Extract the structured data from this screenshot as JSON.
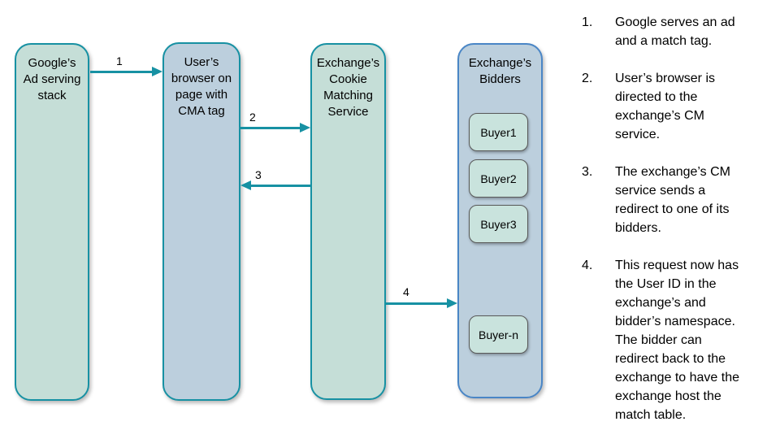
{
  "diagram": {
    "nodes": [
      {
        "label": "Google’s\nAd serving\nstack"
      },
      {
        "label": "User’s\nbrowser on\npage with\nCMA tag"
      },
      {
        "label": "Exchange’s\nCookie\nMatching\nService"
      },
      {
        "label": "Exchange’s\nBidders"
      }
    ],
    "buyers": [
      {
        "label": "Buyer1"
      },
      {
        "label": "Buyer2"
      },
      {
        "label": "Buyer3"
      },
      {
        "label": "Buyer-n"
      }
    ],
    "arrows": [
      {
        "label": "1",
        "from": "googles-ad-serving-stack",
        "to": "users-browser",
        "direction": "right"
      },
      {
        "label": "2",
        "from": "users-browser",
        "to": "exchanges-cookie-matching-service",
        "direction": "right"
      },
      {
        "label": "3",
        "from": "exchanges-cookie-matching-service",
        "to": "users-browser",
        "direction": "left"
      },
      {
        "label": "4",
        "from": "exchanges-cookie-matching-service",
        "to": "exchanges-bidders",
        "direction": "right"
      }
    ]
  },
  "steps": [
    {
      "number": "1.",
      "text": "Google serves an ad\nand a match tag."
    },
    {
      "number": "2.",
      "text": "User’s browser is\ndirected to the\nexchange’s CM\nservice."
    },
    {
      "number": "3.",
      "text": "The exchange’s CM\nservice sends a\nredirect to one of its\nbidders."
    },
    {
      "number": "4.",
      "text": "This request now has\nthe User ID in the\nexchange’s and\nbidder’s namespace.\nThe bidder can\nredirect back to the\nexchange to have the\nexchange host the\nmatch table."
    }
  ],
  "colors": {
    "node_green_fill": "#c5ded7",
    "node_blue_fill": "#bccfdd",
    "teal_stroke": "#1791a3",
    "bidders_border_blue": "#4a86c6",
    "buyer_fill": "#c9e3dd",
    "buyer_border": "#595959",
    "text": "#000000",
    "background": "#ffffff"
  }
}
